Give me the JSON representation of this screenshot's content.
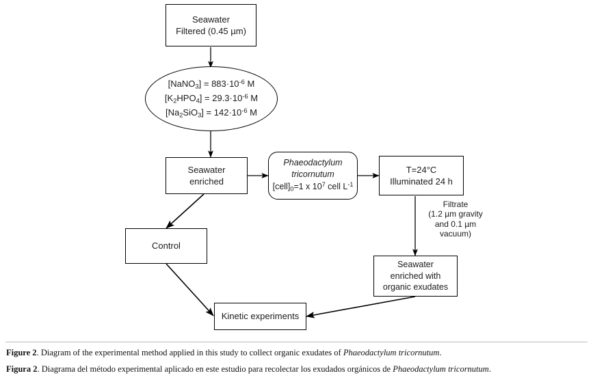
{
  "figure": {
    "diagram_type": "flowchart",
    "nodes": {
      "seawater_filtered": {
        "lines": [
          "Seawater",
          "Filtered (0.45 µm)"
        ],
        "shape": "rectangle"
      },
      "nutrients": {
        "shape": "ellipse",
        "rows": [
          {
            "species": "[NaNO3]",
            "eq": "=",
            "value": "883·10",
            "exp": "-6",
            "unit": "M"
          },
          {
            "species": "[K2HPO4]",
            "eq": "=",
            "value": "29.3·10",
            "exp": "-6",
            "unit": "M"
          },
          {
            "species": "[Na2SiO3]",
            "eq": "=",
            "value": "142·10",
            "exp": "-6",
            "unit": "M"
          }
        ]
      },
      "seawater_enriched": {
        "lines": [
          "Seawater",
          "enriched"
        ],
        "shape": "rectangle"
      },
      "culture": {
        "shape": "rounded-rectangle",
        "species_line1": "Phaeodactylum",
        "species_line2": "tricornutum",
        "cell_label": "[cell]",
        "cell_sub": "0",
        "cell_eq": "=1 x 10",
        "cell_exp": "7",
        "cell_units": " cell L",
        "cell_units_exp": "-1"
      },
      "incubation": {
        "lines": [
          "T=24°C",
          "Illuminated 24 h"
        ],
        "shape": "rectangle"
      },
      "control": {
        "lines": [
          "Control"
        ],
        "shape": "rectangle"
      },
      "exudates": {
        "lines": [
          "Seawater",
          "enriched with",
          "organic exudates"
        ],
        "shape": "rectangle"
      },
      "kinetic": {
        "lines": [
          "Kinetic experiments"
        ],
        "shape": "rectangle"
      }
    },
    "annotations": {
      "filtrate": {
        "lines": [
          "Filtrate",
          "(1.2 µm gravity",
          "and 0.1 µm",
          "vacuum)"
        ]
      }
    },
    "colors": {
      "stroke": "#000000",
      "fill": "#ffffff",
      "text": "#1a1a1a"
    }
  },
  "caption": {
    "english": {
      "lead": "Figure 2",
      "body": ". Diagram of the experimental method applied in this study to collect organic exudates of ",
      "species": "Phaeodactylum tricornutum",
      "end": "."
    },
    "spanish": {
      "lead": "Figura 2",
      "body": ". Diagrama del método experimental aplicado en este estudio para recolectar los exudados orgánicos de ",
      "species": "Phaeodactylum tricornutum",
      "end": "."
    }
  }
}
